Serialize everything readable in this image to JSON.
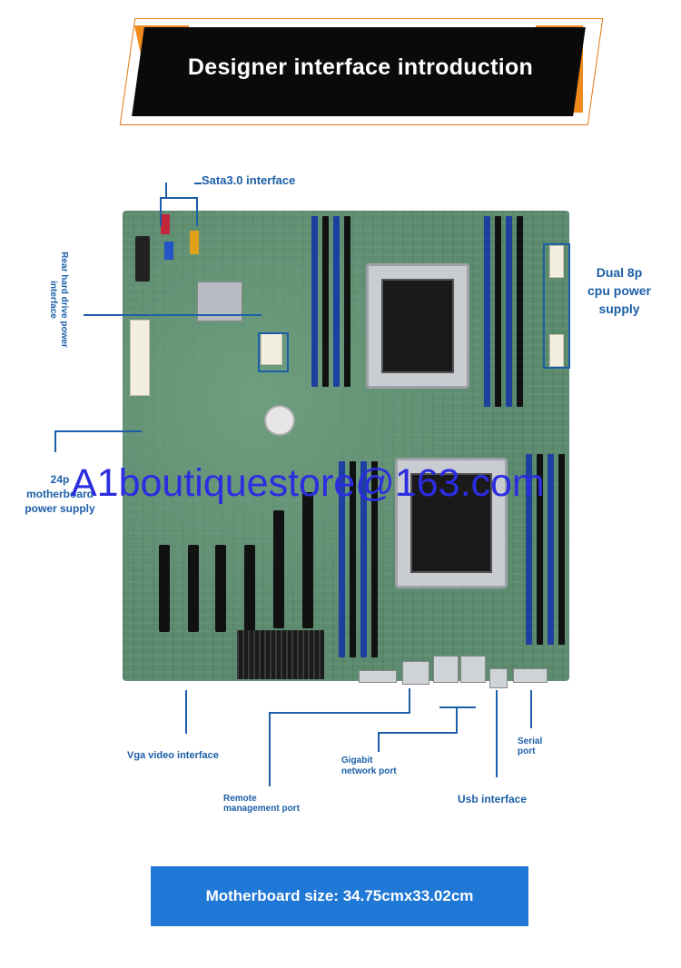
{
  "banner": {
    "title": "Designer interface introduction"
  },
  "labels": {
    "sata": "Sata3.0 interface",
    "rear_hdd": "Rear hard drive power interface",
    "dual8p_line1": "Dual 8p",
    "dual8p_line2": "cpu power",
    "dual8p_line3": "supply",
    "p24_line1": "24p",
    "p24_line2": "motherboard",
    "p24_line3": "power supply",
    "vga": "Vga video interface",
    "remote_line1": "Remote",
    "remote_line2": "management port",
    "gigabit_line1": "Gigabit",
    "gigabit_line2": "network port",
    "usb": "Usb interface",
    "serial_line1": "Serial",
    "serial_line2": "port"
  },
  "watermark": "A1boutiquestore@163.com",
  "size_button": "Motherboard size: 34.75cmx33.02cm",
  "colors": {
    "label_blue": "#1c5fa8",
    "button_blue": "#1f77d6",
    "banner_orange": "#ee8a1e"
  }
}
